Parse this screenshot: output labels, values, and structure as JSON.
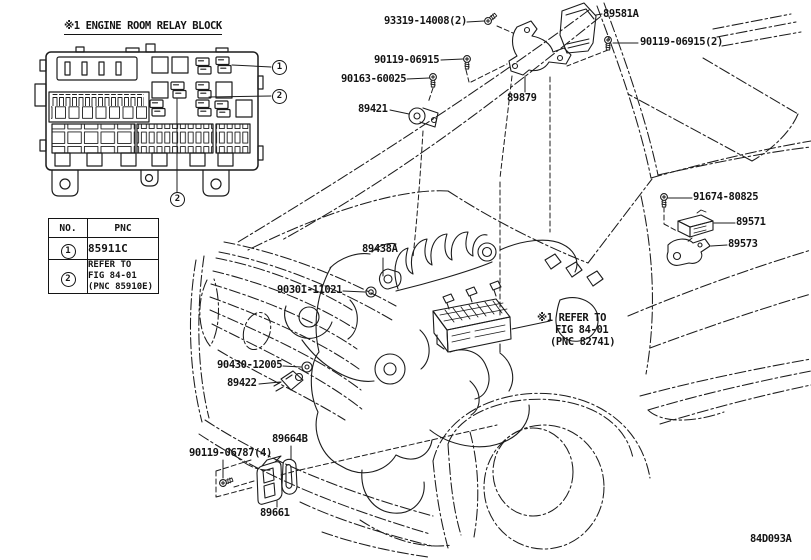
{
  "figure": {
    "code": "84D093A",
    "line_color": "#1c1c1c",
    "background": "#ffffff"
  },
  "inset": {
    "title": "※1 ENGINE ROOM RELAY BLOCK",
    "callouts": {
      "one": "1",
      "two": "2",
      "two_b": "2"
    }
  },
  "table": {
    "headers": {
      "no": "NO.",
      "pnc": "PNC"
    },
    "rows": [
      {
        "no": "1",
        "pnc_lines": [
          "85911C"
        ]
      },
      {
        "no": "2",
        "pnc_lines": [
          "REFER TO",
          "FIG 84-01",
          "(PNC 85910E)"
        ]
      }
    ]
  },
  "parts": {
    "bolt_93319": "93319-14008(2)",
    "ecu_89581a": "89581A",
    "bolt_90119_06915_2": "90119-06915(2)",
    "bolt_90119_06915": "90119-06915",
    "bolt_90163": "90163-60025",
    "bracket_89879": "89879",
    "sensor_89421": "89421",
    "sensor_89438a": "89438A",
    "oring_90301": "90301-11021",
    "bolt_91674": "91674-80825",
    "ecu_89571": "89571",
    "bracket_89573": "89573",
    "grommet_90430": "90430-12005",
    "sensor_89422": "89422",
    "cover_89664b": "89664B",
    "bolt_90119_06787": "90119-06787(4)",
    "connector_89661": "89661"
  },
  "ref_note": {
    "line1": "※1 REFER TO",
    "line2": "FIG 84-01",
    "line3": "(PNC 82741)"
  }
}
